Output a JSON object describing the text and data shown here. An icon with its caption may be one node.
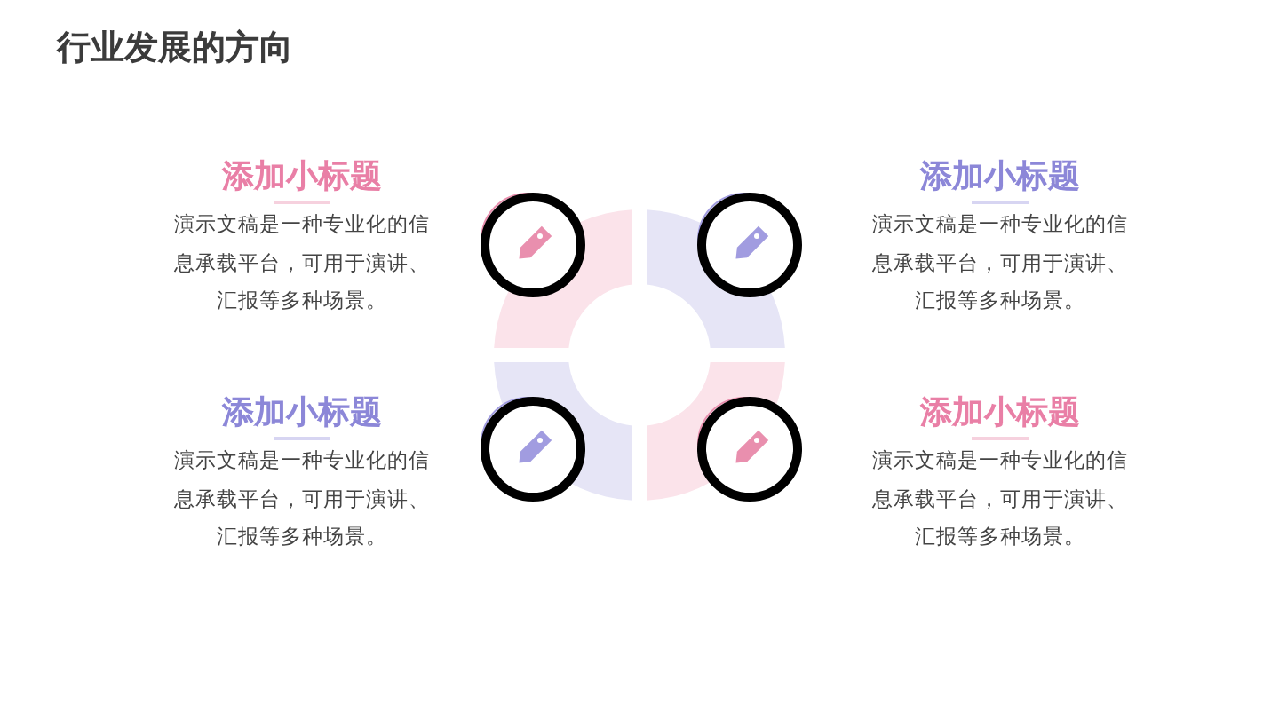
{
  "diagram": {
    "title": "行业发展的方向",
    "labels": [
      "添加小标题",
      "演示文稿是一种专业化的信息承载平台，可用于演讲、汇报等多种场景。",
      "添加小标题",
      "演示文稿是一种专业化的信息承载平台，可用于演讲、汇报等多种场景。",
      "添加小标题",
      "演示文稿是一种专业化的信息承载平台，可用于演讲、汇报等多种场景。",
      "添加小标题",
      "演示文稿是一种专业化的信息承载平台，可用于演讲、汇报等多种场景。"
    ]
  }
}
